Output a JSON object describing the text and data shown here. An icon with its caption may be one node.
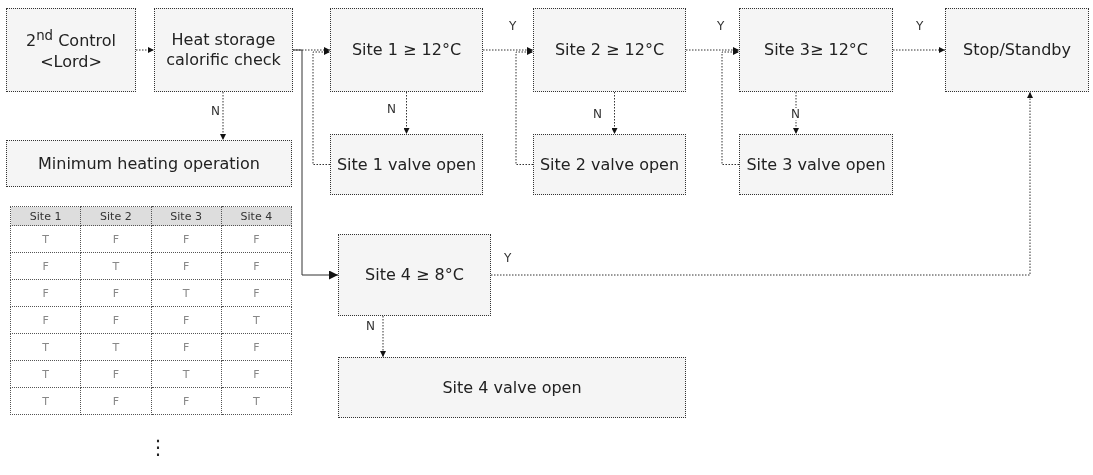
{
  "diagram": {
    "nodes": [
      {
        "text": [
          "2$^{nd}$ Control <Lord>"
        ]
      },
      {
        "text": [
          "Heat storage calorific check"
        ]
      },
      {
        "text": [
          "Site 1 ≥ 12°C"
        ]
      },
      {
        "text": [
          "Site 2 ≥ 12°C"
        ]
      },
      {
        "text": [
          "Site 3≥ 12°C"
        ]
      },
      {
        "text": [
          "Stop/Standby"
        ]
      },
      {
        "text": [
          "Minimum heating operation"
        ]
      },
      {
        "text": [
          "Site 1 valve open"
        ]
      },
      {
        "text": [
          "Site 2 valve open"
        ]
      },
      {
        "text": [
          "Site 3 valve open"
        ]
      },
      {
        "text": [
          "Site 4 ≥ 8°C"
        ]
      },
      {
        "text": [
          "Site 4 valve open"
        ]
      }
    ],
    "edges": [
      {
        "from": 0,
        "to": 1,
        "arrow": "to",
        "style": "dashed"
      },
      {
        "from": 1,
        "to": 2,
        "arrow": "to",
        "style": "dashed"
      },
      {
        "from": 1,
        "to": 6,
        "arrow": "to",
        "label": "N",
        "style": "dashed"
      },
      {
        "from": 2,
        "to": 3,
        "arrow": "to",
        "label": "Y",
        "style": "dashed"
      },
      {
        "from": 3,
        "to": 4,
        "arrow": "to",
        "label": "Y",
        "style": "dashed"
      },
      {
        "from": 4,
        "to": 5,
        "arrow": "to",
        "label": "Y",
        "style": "dashed"
      },
      {
        "from": 2,
        "to": 7,
        "arrow": "to",
        "label": "N",
        "style": "dashed"
      },
      {
        "from": 3,
        "to": 8,
        "arrow": "to",
        "label": "N",
        "style": "dashed"
      },
      {
        "from": 4,
        "to": 9,
        "arrow": "to",
        "label": "N",
        "style": "dashed"
      },
      {
        "from": 7,
        "to": 2,
        "arrow": "to",
        "style": "dashed"
      },
      {
        "from": 8,
        "to": 3,
        "arrow": "to",
        "style": "dashed"
      },
      {
        "from": 9,
        "to": 4,
        "arrow": "to",
        "style": "dashed"
      },
      {
        "from": 1,
        "to": 10,
        "arrow": "to"
      },
      {
        "from": 10,
        "to": 5,
        "arrow": "to",
        "label": "Y",
        "style": "dashed"
      },
      {
        "from": 10,
        "to": 11,
        "arrow": "to",
        "label": "N",
        "style": "dashed"
      }
    ],
    "labels": [
      "Site 1",
      "Site 2",
      "Site 3",
      "Site 4",
      "T",
      "F",
      "F",
      "F",
      "F",
      "T",
      "F",
      "F",
      "F",
      "F",
      "T",
      "F",
      "F",
      "F",
      "F",
      "T",
      "T",
      "T",
      "F",
      "F",
      "T",
      "F",
      "T",
      "F",
      "T",
      "F",
      "F",
      "T",
      "⋮"
    ]
  }
}
